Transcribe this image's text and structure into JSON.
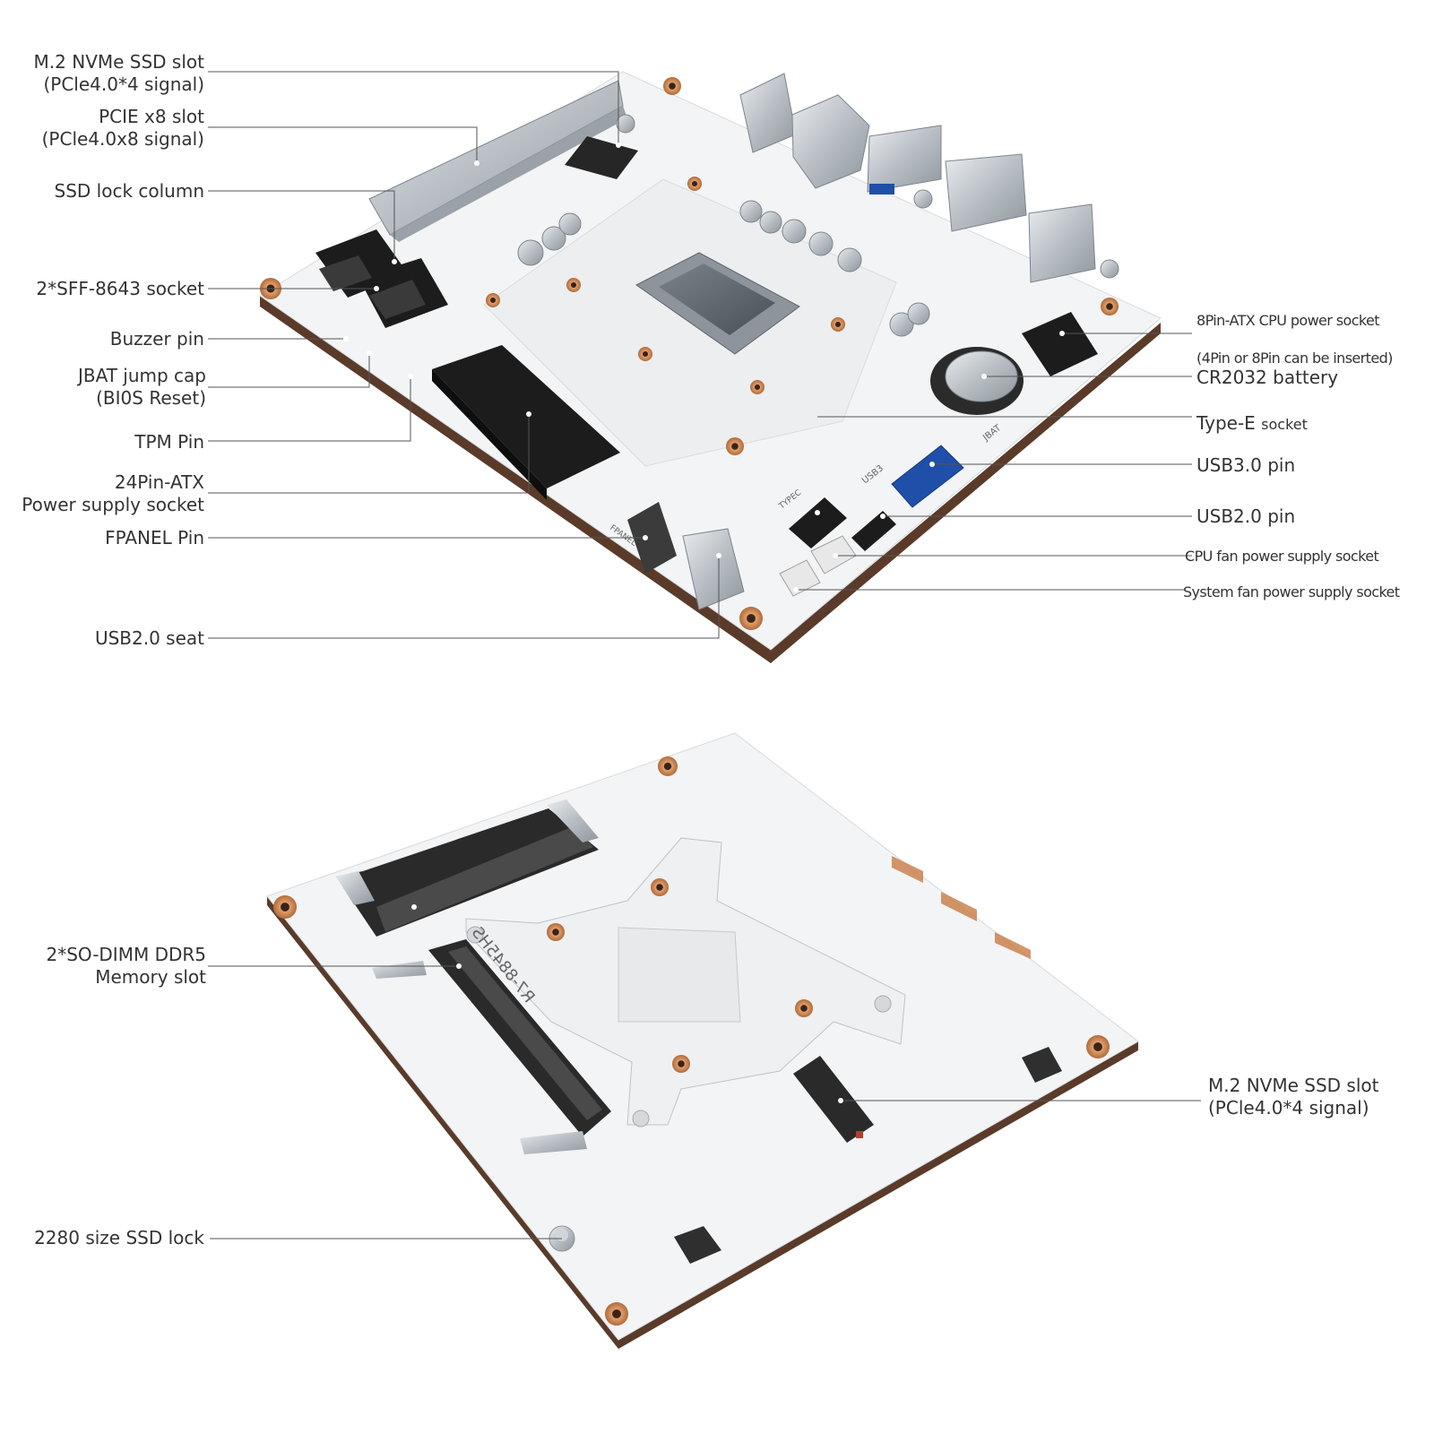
{
  "top_board_labels_left": [
    {
      "id": "m2-top",
      "lines": [
        "M.2 NVMe SSD slot",
        "(PCle4.0*4 signal)"
      ]
    },
    {
      "id": "pcie-x8",
      "lines": [
        "PCIE x8 slot",
        "(PCle4.0x8 signal)"
      ]
    },
    {
      "id": "ssd-lock-column",
      "lines": [
        "SSD lock column"
      ]
    },
    {
      "id": "sff-8643",
      "lines": [
        "2*SFF-8643 socket"
      ]
    },
    {
      "id": "buzzer",
      "lines": [
        "Buzzer pin"
      ]
    },
    {
      "id": "jbat",
      "lines": [
        "JBAT jump cap",
        "(BI0S Reset)"
      ]
    },
    {
      "id": "tpm",
      "lines": [
        "TPM Pin"
      ]
    },
    {
      "id": "atx24",
      "lines": [
        "24Pin-ATX",
        "Power supply socket"
      ]
    },
    {
      "id": "fpanel",
      "lines": [
        "FPANEL Pin"
      ]
    },
    {
      "id": "usb20-seat",
      "lines": [
        "USB2.0  seat"
      ]
    }
  ],
  "top_board_labels_right": {
    "atx8": "8Pin-ATX CPU power socket",
    "atx8_note": "(4Pin or 8Pin can be inserted)",
    "battery": "CR2032 battery",
    "type_e": "Type-E",
    "type_e_suffix": "socket",
    "usb30": "USB3.0 pin",
    "usb20": "USB2.0 pin",
    "cpu_fan": "CPU fan power supply socket",
    "sys_fan": "System fan power supply socket"
  },
  "bottom_board_labels": {
    "sodimm": [
      "2*SO-DIMM DDR5",
      "Memory slot"
    ],
    "ssd_lock": "2280 size SSD lock",
    "m2_bottom": [
      "M.2 NVMe SSD slot",
      "(PCle4.0*4 signal)"
    ]
  },
  "board_silkscreen": {
    "cpu_model": "R7-8845HS",
    "jbat": "JBAT",
    "usb3": "USB3",
    "typec": "TYPEC",
    "fpanel": "FPANEL"
  },
  "colors": {
    "board": "#f3f4f5",
    "board_edge": "#5a3b2a",
    "label_text": "#333333",
    "leader_line": "#555555",
    "connector_black": "#1c1c1c",
    "usb3_blue": "#1f4fa8",
    "copper_pad": "#c87c46"
  }
}
